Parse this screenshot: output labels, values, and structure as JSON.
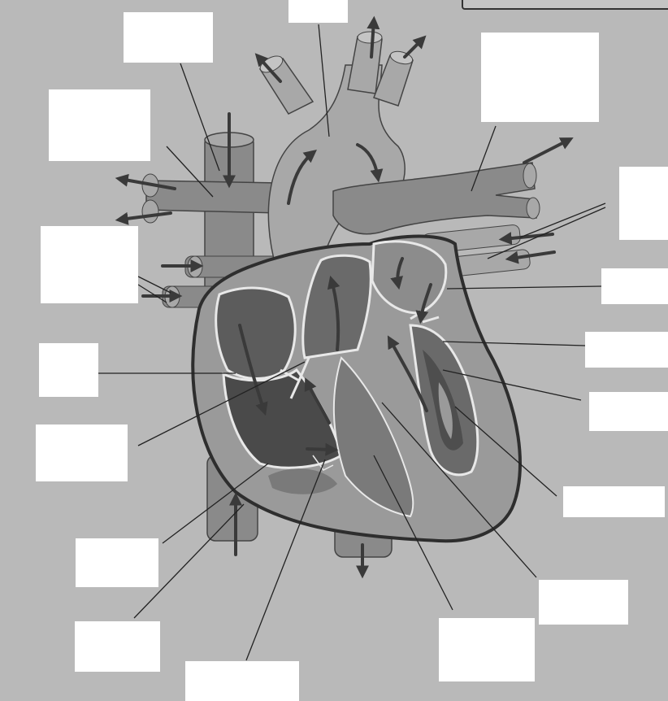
{
  "diagram": {
    "labels": [
      {
        "id": "blank-1",
        "text": ""
      },
      {
        "id": "blank-2",
        "text": ""
      },
      {
        "id": "blank-3",
        "text": ""
      },
      {
        "id": "blank-4",
        "text": ""
      },
      {
        "id": "blank-5",
        "text": ""
      },
      {
        "id": "blank-6",
        "text": ""
      },
      {
        "id": "blank-7",
        "text": ""
      },
      {
        "id": "blank-8",
        "text": ""
      },
      {
        "id": "blank-9",
        "text": ""
      },
      {
        "id": "blank-10",
        "text": ""
      },
      {
        "id": "blank-11",
        "text": ""
      },
      {
        "id": "blank-12",
        "text": ""
      },
      {
        "id": "blank-13",
        "text": ""
      },
      {
        "id": "blank-14",
        "text": ""
      },
      {
        "id": "blank-15",
        "text": ""
      },
      {
        "id": "blank-16",
        "text": ""
      },
      {
        "id": "blank-17",
        "text": ""
      },
      {
        "id": "blank-18",
        "text": ""
      },
      {
        "id": "blank-19",
        "text": ""
      }
    ],
    "colors": {
      "background": "#b9b9b9",
      "vessel": "#8a8a8a",
      "vessel_light": "#a8a8a8",
      "chamber_dark": "#5c5c5c",
      "chamber_mid": "#8c8c8c",
      "wall": "#3a3a3a",
      "arrow": "#3a3a3a",
      "label_box": "#ffffff"
    }
  }
}
